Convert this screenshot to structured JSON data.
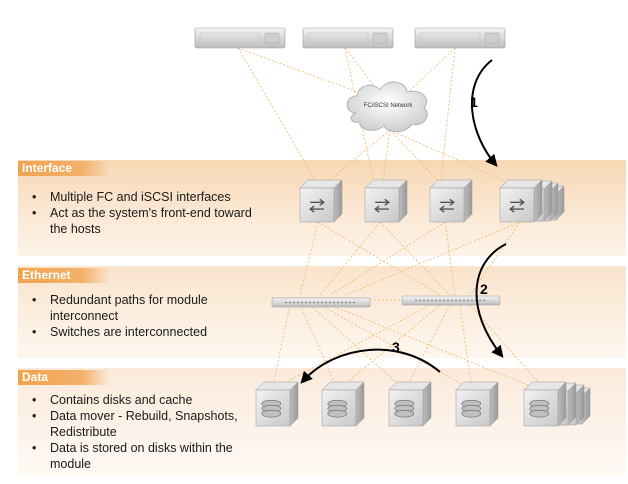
{
  "cloud_label": "FC/iSCSI Network",
  "sections": {
    "interface": {
      "title": "Interface",
      "bullets": [
        "Multiple FC and iSCSI interfaces",
        "Act as the system's front-end toward the hosts"
      ]
    },
    "ethernet": {
      "title": "Ethernet",
      "bullets": [
        "Redundant paths for module interconnect",
        "Switches are interconnected"
      ]
    },
    "data": {
      "title": "Data",
      "bullets": [
        "Contains disks and cache",
        "Data mover - Rebuild, Snapshots, Redistribute",
        "Data is stored on disks within the module"
      ]
    }
  },
  "steps": [
    "1",
    "2",
    "3"
  ],
  "colors": {
    "accent": "#f0a350",
    "link_line": "#f2b65e",
    "box_face": "#d9d9d9",
    "arrow": "#000000"
  }
}
